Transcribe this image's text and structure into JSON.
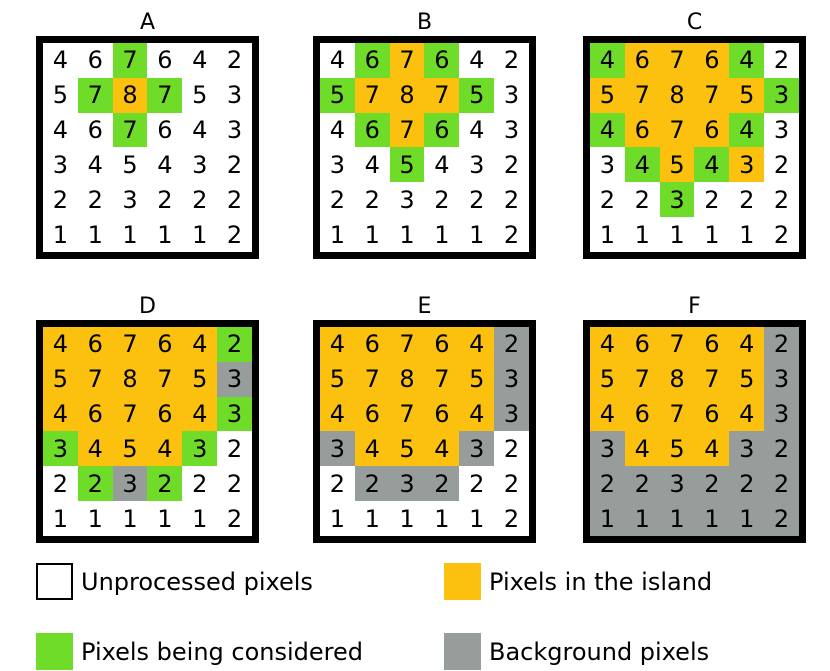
{
  "panels": [
    {
      "title": "A",
      "values": [
        [
          4,
          6,
          7,
          6,
          4,
          2
        ],
        [
          5,
          7,
          8,
          7,
          5,
          3
        ],
        [
          4,
          6,
          7,
          6,
          4,
          3
        ],
        [
          3,
          4,
          5,
          4,
          3,
          2
        ],
        [
          2,
          2,
          3,
          2,
          2,
          2
        ],
        [
          1,
          1,
          1,
          1,
          1,
          2
        ]
      ],
      "states": [
        "uucuuu",
        "ucicuu",
        "uucuuu",
        "uuuuuu",
        "uuuuuu",
        "uuuuuu"
      ]
    },
    {
      "title": "B",
      "values": [
        [
          4,
          6,
          7,
          6,
          4,
          2
        ],
        [
          5,
          7,
          8,
          7,
          5,
          3
        ],
        [
          4,
          6,
          7,
          6,
          4,
          3
        ],
        [
          3,
          4,
          5,
          4,
          3,
          2
        ],
        [
          2,
          2,
          3,
          2,
          2,
          2
        ],
        [
          1,
          1,
          1,
          1,
          1,
          2
        ]
      ],
      "states": [
        "ucicuu",
        "ciiicu",
        "ucicuu",
        "uucuuu",
        "uuuuuu",
        "uuuuuu"
      ]
    },
    {
      "title": "C",
      "values": [
        [
          4,
          6,
          7,
          6,
          4,
          2
        ],
        [
          5,
          7,
          8,
          7,
          5,
          3
        ],
        [
          4,
          6,
          7,
          6,
          4,
          3
        ],
        [
          3,
          4,
          5,
          4,
          3,
          2
        ],
        [
          2,
          2,
          3,
          2,
          2,
          2
        ],
        [
          1,
          1,
          1,
          1,
          1,
          2
        ]
      ],
      "states": [
        "ciiicu",
        "iiiiic",
        "ciiicu",
        "uciciu",
        "uucuuu",
        "uuuuuu"
      ]
    },
    {
      "title": "D",
      "values": [
        [
          4,
          6,
          7,
          6,
          4,
          2
        ],
        [
          5,
          7,
          8,
          7,
          5,
          3
        ],
        [
          4,
          6,
          7,
          6,
          4,
          3
        ],
        [
          3,
          4,
          5,
          4,
          3,
          2
        ],
        [
          2,
          2,
          3,
          2,
          2,
          2
        ],
        [
          1,
          1,
          1,
          1,
          1,
          2
        ]
      ],
      "states": [
        "iiiiic",
        "iiiiib",
        "iiiiic",
        "ciiicu",
        "ucbcuu",
        "uuuuuu"
      ]
    },
    {
      "title": "E",
      "values": [
        [
          4,
          6,
          7,
          6,
          4,
          2
        ],
        [
          5,
          7,
          8,
          7,
          5,
          3
        ],
        [
          4,
          6,
          7,
          6,
          4,
          3
        ],
        [
          3,
          4,
          5,
          4,
          3,
          2
        ],
        [
          2,
          2,
          3,
          2,
          2,
          2
        ],
        [
          1,
          1,
          1,
          1,
          1,
          2
        ]
      ],
      "states": [
        "iiiiib",
        "iiiiib",
        "iiiiib",
        "biiibu",
        "ubbbuu",
        "uuuuuu"
      ]
    },
    {
      "title": "F",
      "values": [
        [
          4,
          6,
          7,
          6,
          4,
          2
        ],
        [
          5,
          7,
          8,
          7,
          5,
          3
        ],
        [
          4,
          6,
          7,
          6,
          4,
          3
        ],
        [
          3,
          4,
          5,
          4,
          3,
          2
        ],
        [
          2,
          2,
          3,
          2,
          2,
          2
        ],
        [
          1,
          1,
          1,
          1,
          1,
          2
        ]
      ],
      "states": [
        "iiiiib",
        "iiiiib",
        "iiiiib",
        "biiibb",
        "bbbbbb",
        "bbbbbb"
      ]
    }
  ],
  "legend": {
    "unprocessed": "Unprocessed pixels",
    "island": "Pixels in the island",
    "considered": "Pixels being considered",
    "background": "Background pixels"
  },
  "colors": {
    "unprocessed": "#ffffff",
    "island": "#fcc10e",
    "considered": "#6fdc2a",
    "background": "#969d9b",
    "border": "#000000"
  }
}
